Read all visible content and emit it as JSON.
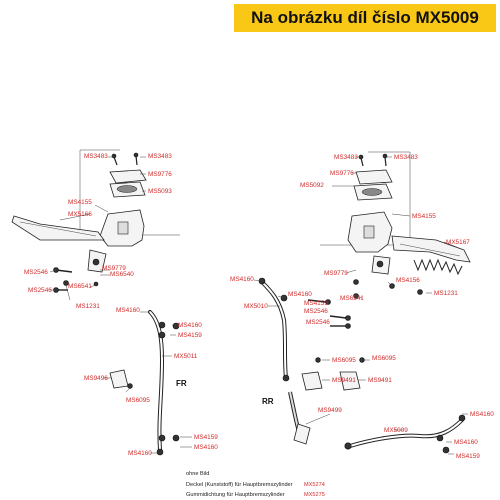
{
  "banner": {
    "text": "Na obrázku díl číslo MX5009",
    "color": "#f9c716"
  },
  "labels": {
    "front": "FR",
    "rear": "RR"
  },
  "front_parts": [
    "MS3483",
    "MS3483",
    "MS9776",
    "MS5093",
    "MS4155",
    "MX5166",
    "MS9779",
    "MS6540",
    "MS2546",
    "MS6541",
    "MS2546",
    "MS1231",
    "MS4160",
    "MS4160",
    "MS4159",
    "MX5011",
    "MS9496",
    "MS6095",
    "MS4159",
    "MS4160",
    "MS4160"
  ],
  "rear_parts": [
    "MS3483",
    "MS3483",
    "MS5092",
    "MS9776",
    "MS4155",
    "MX5167",
    "MS9779",
    "MS4156",
    "MS6541",
    "MS1231",
    "MS4160",
    "MS4160",
    "MX5010",
    "MS4159",
    "MS2546",
    "MS2546",
    "MS6095",
    "MS6095",
    "MS9491",
    "MS9491",
    "MS9499",
    "MX5009",
    "MS4160",
    "MS4160",
    "MS4159"
  ],
  "notes": {
    "heading": "ohne Bild",
    "items": [
      {
        "text": "Deckel (Kunststoff) für Hauptbremszylinder",
        "part": "MX5274"
      },
      {
        "text": "Gummidichtung für Hauptbremszylinder",
        "part": "MX5275"
      }
    ]
  },
  "colors": {
    "part_label": "#d42a2a",
    "lines": "#444444"
  }
}
